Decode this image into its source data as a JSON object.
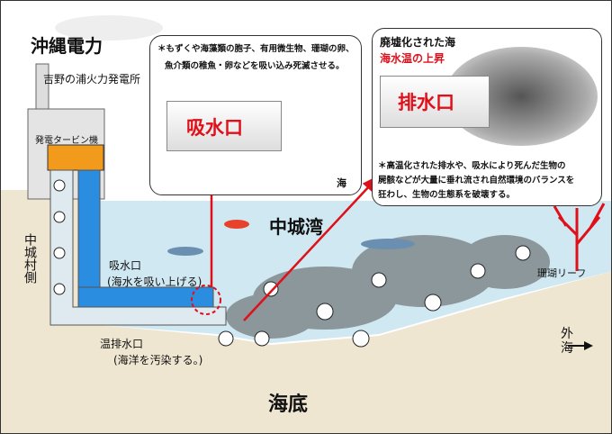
{
  "company": "沖縄電力",
  "plant": "吉野の浦火力発電所",
  "turbine": "発電タービン機",
  "village_side": "中城村側",
  "intake": {
    "label": "吸水口",
    "sub": "(海水を吸い上げる)"
  },
  "outlet": {
    "label": "温排水口",
    "sub": "(海洋を汚染する。)"
  },
  "bay": "中城湾",
  "reef": "珊瑚リーフ",
  "open_sea": "外海",
  "seabed": "海底",
  "left_box": {
    "note_line1": "＊もずくや海藻類の胞子、有用微生物、珊瑚の卵、",
    "note_line2": "魚介類の稚魚・卵などを吸い込み死滅させる。",
    "pipe_label": "吸水口",
    "sea": "海"
  },
  "right_box": {
    "title1": "廃墟化された海",
    "title2": "海水温の上昇",
    "pipe_label": "排水口",
    "note_line1": "＊高温化された排水や、吸水により死んだ生物の",
    "note_line2": "屍骸などが大量に垂れ流され自然環境のバランスを",
    "note_line3": "狂わし、生物の生態系を破壊する。"
  },
  "colors": {
    "sea": "#cfe8f2",
    "sand": "#efe6d2",
    "red": "#e0101a",
    "pipe_water": "#2a8de0",
    "turbine": "#f29a1c"
  }
}
